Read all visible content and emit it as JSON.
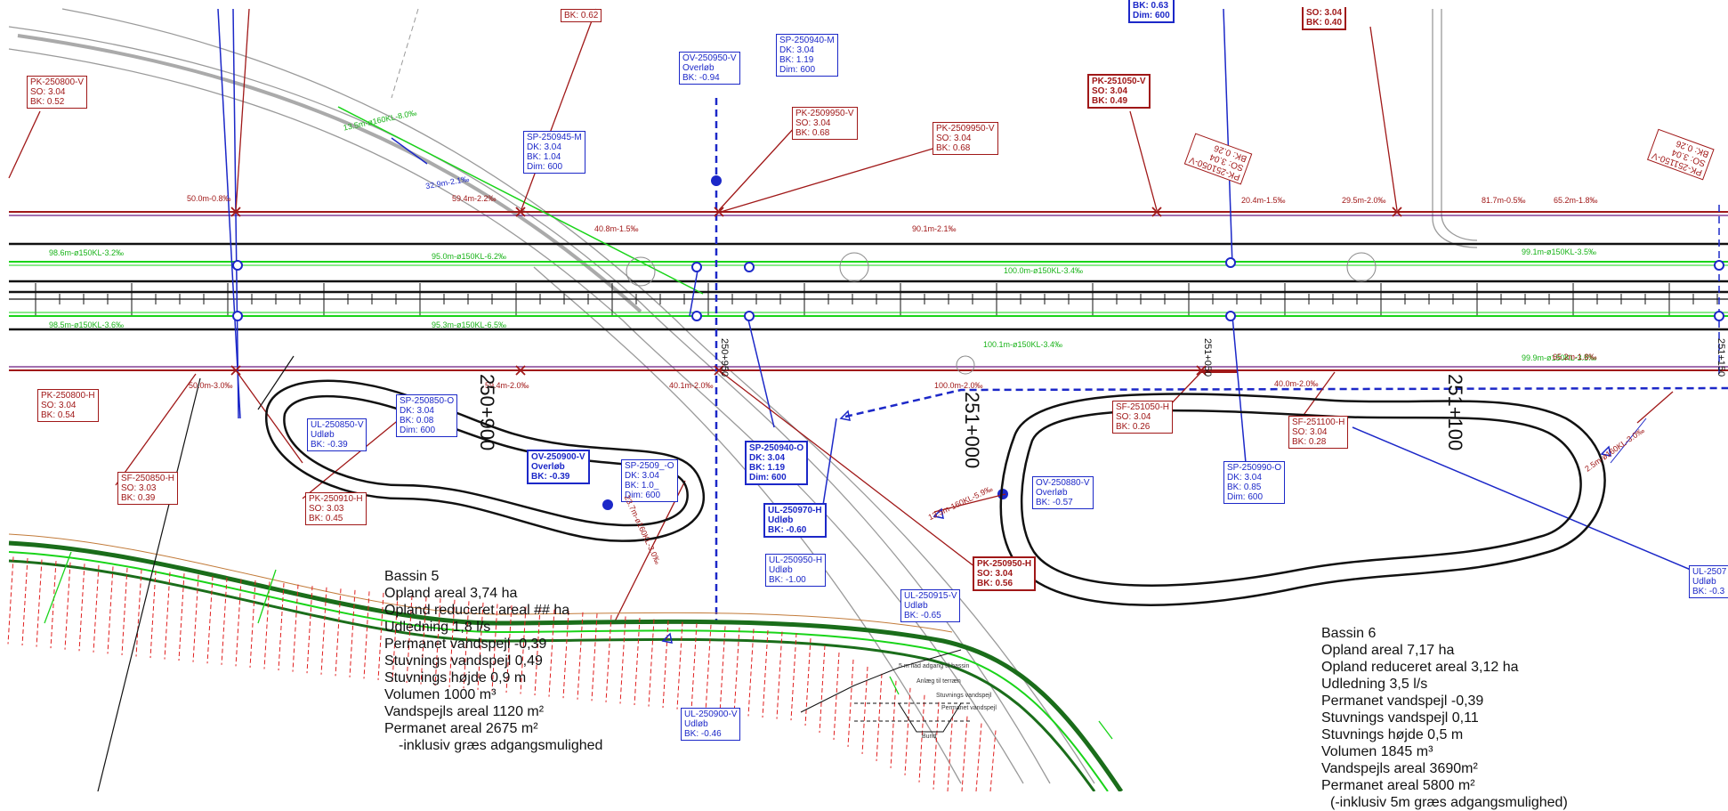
{
  "labels": {
    "pk250800v": [
      "PK-250800-V",
      "SO: 3.04",
      "BK: 0.52"
    ],
    "pk250800h": [
      "PK-250800-H",
      "SO: 3.04",
      "BK: 0.54"
    ],
    "sf250850h": [
      "SF-250850-H",
      "SO: 3.03",
      "BK: 0.39"
    ],
    "bk062": [
      "BK: 0.62"
    ],
    "sp250945m": [
      "SP-250945-M",
      "DK: 3.04",
      "BK: 1.04",
      "Dim: 600"
    ],
    "ov250950v": [
      "OV-250950-V",
      "Overløb",
      "BK: -0.94"
    ],
    "sp250940m": [
      "SP-250940-M",
      "DK: 3.04",
      "BK: 1.19",
      "Dim: 600"
    ],
    "pk2509950v_a": [
      "PK-2509950-V",
      "SO: 3.04",
      "BK: 0.68"
    ],
    "pk2509950v_b": [
      "PK-2509950-V",
      "SO: 3.04",
      "BK: 0.68"
    ],
    "pk251050v": [
      "PK-251050-V",
      "SO: 3.04",
      "BK: 0.49"
    ],
    "top_blue": [
      "BK: 0.63",
      "Dim: 600"
    ],
    "top_red": [
      "SO: 3.04",
      "BK: 0.40"
    ],
    "rot1": [
      "PK-251050-V",
      "SO: 3.04",
      "BK: 0.26"
    ],
    "rot2": [
      "PK-251150-V",
      "SO: 3.04",
      "BK: 0.26"
    ],
    "sp250850o": [
      "SP-250850-O",
      "DK: 3.04",
      "BK: 0.08",
      "Dim: 600"
    ],
    "ul250850v": [
      "UL-250850-V",
      "Udløb",
      "BK: -0.39"
    ],
    "pk250910h": [
      "PK-250910-H",
      "SO: 3.03",
      "BK: 0.45"
    ],
    "ov250900v": [
      "OV-250900-V",
      "Overløb",
      "BK: -0.39"
    ],
    "sp2509o": [
      "SP-2509_-O",
      "DK: 3.04",
      "BK: 1.0_",
      "Dim: 600"
    ],
    "sp250940o": [
      "SP-250940-O",
      "DK: 3.04",
      "BK: 1.19",
      "Dim: 600"
    ],
    "ul250970h": [
      "UL-250970-H",
      "Udløb",
      "BK: -0.60"
    ],
    "ul250950h": [
      "UL-250950-H",
      "Udløb",
      "BK: -1.00"
    ],
    "ul250915v": [
      "UL-250915-V",
      "Udløb",
      "BK: -0.65"
    ],
    "pk250950h": [
      "PK-250950-H",
      "SO: 3.04",
      "BK: 0.56"
    ],
    "ov250880v": [
      "OV-250880-V",
      "Overløb",
      "BK: -0.57"
    ],
    "sf251050h": [
      "SF-251050-H",
      "SO: 3.04",
      "BK: 0.26"
    ],
    "sf251100h": [
      "SF-251100-H",
      "SO: 3.04",
      "BK: 0.28"
    ],
    "sp250990o": [
      "SP-250990-O",
      "DK: 3.04",
      "BK: 0.85",
      "Dim: 600"
    ],
    "ul250900v": [
      "UL-250900-V",
      "Udløb",
      "BK: -0.46"
    ],
    "ul2507": [
      "UL-2507",
      "Udløb",
      "BK: -0.3"
    ]
  },
  "pipes_green": {
    "g1": "13.5m-ø160KL-8.0‰",
    "g2": "98.6m-ø150KL-3.2‰",
    "g3": "95.0m-ø150KL-6.2‰",
    "g4": "100.0m-ø150KL-3.4‰",
    "g5": "98.5m-ø150KL-3.6‰",
    "g6": "95.3m-ø150KL-6.5‰",
    "g7": "100.1m-ø150KL-3.4‰",
    "g8": "99.9m-ø150KL-3.5‰",
    "g9": "99.1m-ø150KL-3.5‰"
  },
  "pipes_red": {
    "r1": "50.0m-0.8‰",
    "r2": "59.4m-2.2‰",
    "r3": "40.8m-1.5‰",
    "r4": "90.1m-2.1‰",
    "r5": "20.4m-1.5‰",
    "r6": "29.5m-2.0‰",
    "r7": "81.7m-0.5‰",
    "r8": "65.2m-1.8‰",
    "r9": "50.0m-3.0‰",
    "r10": "59.4m-2.0‰",
    "r11": "40.1m-2.0‰",
    "r12": "100.0m-2.0‰",
    "r13": "40.0m-2.0‰",
    "r14": "65.2m-1.8‰"
  },
  "pipes_blue": {
    "b1": "32.9m-2.1‰",
    "b2": "13.5m-160KL-5.9‰",
    "b3": "23.7m-ø160KL-3.0‰",
    "b4": "2.5m-ø160KL-3.0‰"
  },
  "stations": {
    "s250900": "250+900",
    "s251000": "251+000",
    "s251100": "251+100",
    "s250950": "250+950",
    "s251050": "251+050",
    "s251150": "251+150"
  },
  "basin5": {
    "title": "Bassin 5",
    "lines": [
      "Opland areal 3,74 ha",
      "Opland reduceret areal ## ha",
      "Udledning 1,8 l/s",
      "Permanet vandspejl -0,39",
      "Stuvnings vandspejl 0,49",
      "Stuvnings højde 0,9 m",
      "Volumen 1000 m³",
      "Vandspejls areal 1120 m²",
      "Permanet areal 2675 m²",
      "-inklusiv græs adgangsmulighed"
    ]
  },
  "basin6": {
    "title": "Bassin 6",
    "lines": [
      "Opland areal 7,17 ha",
      "Opland reduceret areal 3,12 ha",
      "Udledning 3,5 l/s",
      "Permanet vandspejl -0,39",
      "Stuvnings vandspejl 0,11",
      "Stuvnings højde 0,5 m",
      "Volumen 1845 m³",
      "Vandspejls areal 3690m²",
      "Permanet areal 5800 m²",
      "(-inklusiv 5m græs adgangsmulighed)"
    ]
  },
  "section_notes": [
    "5 m flad adgang til bassin",
    "Anlæg til terræn",
    "Stuvnings vandspejl",
    "Permanet vandspejl",
    "Bund"
  ],
  "colors": {
    "red": "#a01818",
    "blue": "#1c28c8",
    "green": "#19d419",
    "black": "#111111",
    "grey": "#9a9a9a"
  }
}
